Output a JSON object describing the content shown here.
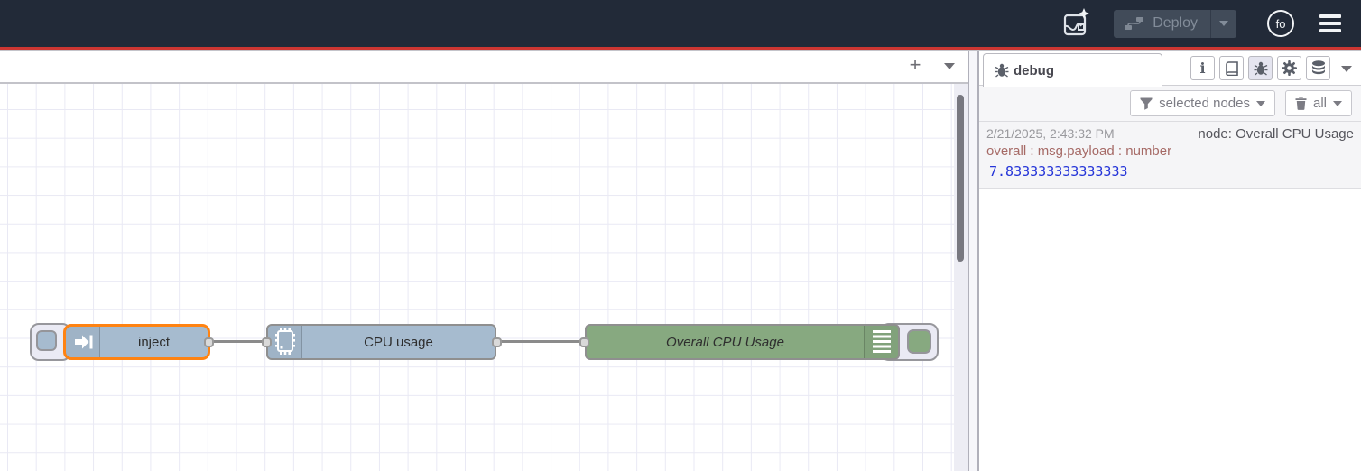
{
  "colors": {
    "header_bg": "#222a38",
    "header_accent_line": "#cd3632",
    "node_blue": "#a6bbcf",
    "node_green": "#87a980",
    "selection_orange": "#ff8312",
    "debug_value_blue": "#2434d8",
    "debug_meta_red": "#a66a66"
  },
  "header": {
    "deploy_label": "Deploy",
    "avatar_initials": "fo"
  },
  "workspace": {
    "add_tab_label": "+"
  },
  "canvas": {
    "nodes": [
      {
        "label": "inject",
        "type": "inject",
        "selected": true
      },
      {
        "label": "CPU usage",
        "type": "exec"
      },
      {
        "label": "Overall CPU Usage",
        "type": "debug"
      }
    ]
  },
  "icons": {
    "header": [
      "ai-assistant-icon",
      "deploy-flow-icon",
      "avatar",
      "hamburger-menu-icon"
    ],
    "sidebar_buttons": [
      "info-icon",
      "help-book-icon",
      "debug-bug-icon",
      "config-gear-icon",
      "context-database-icon"
    ],
    "filter": [
      "funnel-icon",
      "trash-icon"
    ]
  },
  "sidebar": {
    "tab_label": "debug",
    "filter_button_label": "selected nodes",
    "clear_button_label": "all",
    "message": {
      "timestamp": "2/21/2025, 2:43:32 PM",
      "node_source": "node: Overall CPU Usage",
      "meta": "overall : msg.payload : number",
      "value": "7.833333333333333"
    }
  }
}
